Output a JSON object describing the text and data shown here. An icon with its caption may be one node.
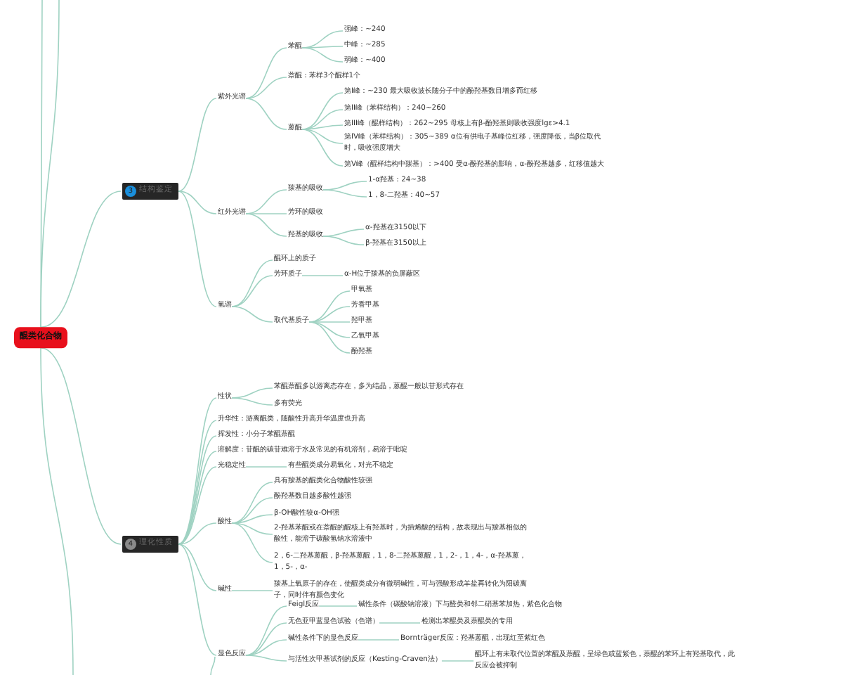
{
  "diagram": {
    "nodes": [
      {
        "text": [
          "醌类化合物"
        ]
      },
      {
        "text": [
          "3",
          "结构鉴定"
        ]
      },
      {
        "text": [
          "紫外光谱"
        ]
      },
      {
        "text": [
          "苯醌"
        ]
      },
      {
        "text": [
          "强峰：~240"
        ]
      },
      {
        "text": [
          "中峰：~285"
        ]
      },
      {
        "text": [
          "弱峰：~400"
        ]
      },
      {
        "text": [
          "萘醌：苯样3个醌样1个"
        ]
      },
      {
        "text": [
          "蒽醌"
        ]
      },
      {
        "text": [
          "第I峰：~230 最大吸收波长随分子中的酚羟基数目增多而红移"
        ]
      },
      {
        "text": [
          "第II峰（苯样结构）：240~260"
        ]
      },
      {
        "text": [
          "第III峰（醌样结构）：262~295 母核上有β-酚羟基则吸收强度lgε>4.1"
        ]
      },
      {
        "text": [
          "第IV峰（苯样结构）：305~389 α位有供电子基峰位红移，强度降低，当β位取代时，吸收强度增大"
        ]
      },
      {
        "text": [
          "第V峰（醌样结构中羰基）：>400 受α-酚羟基的影响，α-酚羟基越多，红移值越大"
        ]
      },
      {
        "text": [
          "红外光谱"
        ]
      },
      {
        "text": [
          "羰基的吸收"
        ]
      },
      {
        "text": [
          "1-α羟基：24~38"
        ]
      },
      {
        "text": [
          "1，8-二羟基：40~57"
        ]
      },
      {
        "text": [
          "芳环的吸收"
        ]
      },
      {
        "text": [
          "羟基的吸收"
        ]
      },
      {
        "text": [
          "α-羟基在3150以下"
        ]
      },
      {
        "text": [
          "β-羟基在3150以上"
        ]
      },
      {
        "text": [
          "氢谱"
        ]
      },
      {
        "text": [
          "醌环上的质子"
        ]
      },
      {
        "text": [
          "芳环质子"
        ]
      },
      {
        "text": [
          "α-H位于羰基的负屏蔽区"
        ]
      },
      {
        "text": [
          "取代基质子"
        ]
      },
      {
        "text": [
          "甲氧基"
        ]
      },
      {
        "text": [
          "芳香甲基"
        ]
      },
      {
        "text": [
          "羟甲基"
        ]
      },
      {
        "text": [
          "乙氧甲基"
        ]
      },
      {
        "text": [
          "酚羟基"
        ]
      },
      {
        "text": [
          "4",
          "理化性质"
        ]
      },
      {
        "text": [
          "性状"
        ]
      },
      {
        "text": [
          "苯醌萘醌多以游离态存在，多为结晶，蒽醌一般以苷形式存在"
        ]
      },
      {
        "text": [
          "多有荧光"
        ]
      },
      {
        "text": [
          "升华性：游离醌类，随酸性升高升华温度也升高"
        ]
      },
      {
        "text": [
          "挥发性：小分子苯醌萘醌"
        ]
      },
      {
        "text": [
          "溶解度：苷醌的碳苷难溶于水及常见的有机溶剂，易溶于吡啶"
        ]
      },
      {
        "text": [
          "光稳定性"
        ]
      },
      {
        "text": [
          "有些醌类成分易氧化，对光不稳定"
        ]
      },
      {
        "text": [
          "酸性"
        ]
      },
      {
        "text": [
          "具有羧基的醌类化合物酸性较强"
        ]
      },
      {
        "text": [
          "酚羟基数目越多酸性越强"
        ]
      },
      {
        "text": [
          "β-OH酸性较α-OH强"
        ]
      },
      {
        "text": [
          "2-羟基苯醌或在萘醌的醌核上有羟基时，为插烯酸的结构，故表现出与羧基相似的酸性，能溶于碳酸氢钠水溶液中"
        ]
      },
      {
        "text": [
          "2，6-二羟基蒽醌，β-羟基蒽醌，1，8-二羟基蒽醌，1，2-，1，4-，α-羟基蒽，1，5-，α-"
        ]
      },
      {
        "text": [
          "碱性"
        ]
      },
      {
        "text": [
          "羰基上氧原子的存在，使醌类成分有微弱碱性，可与强酸形成羊盐再转化为阳碳离子，同时伴有颜色变化"
        ]
      },
      {
        "text": [
          "显色反应"
        ]
      },
      {
        "text": [
          "Feigl反应"
        ]
      },
      {
        "text": [
          "碱性条件（碳酸钠溶液）下与醛类和邻二硝基苯加热，紫色化合物"
        ]
      },
      {
        "text": [
          "无色亚甲蓝显色试验（色谱）"
        ]
      },
      {
        "text": [
          "检测出苯醌类及萘醌类的专用"
        ]
      },
      {
        "text": [
          "碱性条件下的显色反应"
        ]
      },
      {
        "text": [
          "Bornträger反应：羟基蒽醌，出现红至紫红色"
        ]
      },
      {
        "text": [
          "与活性次甲基试剂的反应（Kesting-Craven法）"
        ]
      },
      {
        "text": [
          "醌环上有未取代位置的苯醌及萘醌，呈绿色或蓝紫色，萘醌的苯环上有羟基取代，此反应会被抑制"
        ]
      }
    ],
    "edges": [
      {
        "from": 0,
        "to": 1,
        "arrow": "none"
      },
      {
        "from": 0,
        "to": 32,
        "arrow": "none"
      },
      {
        "from": 1,
        "to": 2,
        "arrow": "none"
      },
      {
        "from": 1,
        "to": 14,
        "arrow": "none"
      },
      {
        "from": 1,
        "to": 22,
        "arrow": "none"
      },
      {
        "from": 2,
        "to": 3,
        "arrow": "none"
      },
      {
        "from": 2,
        "to": 7,
        "arrow": "none"
      },
      {
        "from": 2,
        "to": 8,
        "arrow": "none"
      },
      {
        "from": 3,
        "to": 4,
        "arrow": "none"
      },
      {
        "from": 3,
        "to": 5,
        "arrow": "none"
      },
      {
        "from": 3,
        "to": 6,
        "arrow": "none"
      },
      {
        "from": 8,
        "to": 9,
        "arrow": "none"
      },
      {
        "from": 8,
        "to": 10,
        "arrow": "none"
      },
      {
        "from": 8,
        "to": 11,
        "arrow": "none"
      },
      {
        "from": 8,
        "to": 12,
        "arrow": "none"
      },
      {
        "from": 8,
        "to": 13,
        "arrow": "none"
      },
      {
        "from": 14,
        "to": 15,
        "arrow": "none"
      },
      {
        "from": 14,
        "to": 18,
        "arrow": "none"
      },
      {
        "from": 14,
        "to": 19,
        "arrow": "none"
      },
      {
        "from": 15,
        "to": 16,
        "arrow": "none"
      },
      {
        "from": 15,
        "to": 17,
        "arrow": "none"
      },
      {
        "from": 19,
        "to": 20,
        "arrow": "none"
      },
      {
        "from": 19,
        "to": 21,
        "arrow": "none"
      },
      {
        "from": 22,
        "to": 23,
        "arrow": "none"
      },
      {
        "from": 22,
        "to": 24,
        "arrow": "none"
      },
      {
        "from": 22,
        "to": 26,
        "arrow": "none"
      },
      {
        "from": 24,
        "to": 25,
        "arrow": "none"
      },
      {
        "from": 26,
        "to": 27,
        "arrow": "none"
      },
      {
        "from": 26,
        "to": 28,
        "arrow": "none"
      },
      {
        "from": 26,
        "to": 29,
        "arrow": "none"
      },
      {
        "from": 26,
        "to": 30,
        "arrow": "none"
      },
      {
        "from": 26,
        "to": 31,
        "arrow": "none"
      },
      {
        "from": 32,
        "to": 33,
        "arrow": "none"
      },
      {
        "from": 32,
        "to": 36,
        "arrow": "none"
      },
      {
        "from": 32,
        "to": 37,
        "arrow": "none"
      },
      {
        "from": 32,
        "to": 38,
        "arrow": "none"
      },
      {
        "from": 32,
        "to": 39,
        "arrow": "none"
      },
      {
        "from": 32,
        "to": 41,
        "arrow": "none"
      },
      {
        "from": 32,
        "to": 47,
        "arrow": "none"
      },
      {
        "from": 32,
        "to": 49,
        "arrow": "none"
      },
      {
        "from": 33,
        "to": 34,
        "arrow": "none"
      },
      {
        "from": 33,
        "to": 35,
        "arrow": "none"
      },
      {
        "from": 39,
        "to": 40,
        "arrow": "none"
      },
      {
        "from": 41,
        "to": 42,
        "arrow": "none"
      },
      {
        "from": 41,
        "to": 43,
        "arrow": "none"
      },
      {
        "from": 41,
        "to": 44,
        "arrow": "none"
      },
      {
        "from": 41,
        "to": 45,
        "arrow": "none"
      },
      {
        "from": 41,
        "to": 46,
        "arrow": "none"
      },
      {
        "from": 47,
        "to": 48,
        "arrow": "none"
      },
      {
        "from": 49,
        "to": 50,
        "arrow": "none"
      },
      {
        "from": 49,
        "to": 52,
        "arrow": "none"
      },
      {
        "from": 49,
        "to": 54,
        "arrow": "none"
      },
      {
        "from": 49,
        "to": 56,
        "arrow": "none"
      },
      {
        "from": 50,
        "to": 51,
        "arrow": "none"
      },
      {
        "from": 52,
        "to": 53,
        "arrow": "none"
      },
      {
        "from": 54,
        "to": 55,
        "arrow": "none"
      },
      {
        "from": 56,
        "to": 57,
        "arrow": "none"
      },
      {
        "from": 0,
        "to": null,
        "arrow": "none"
      },
      {
        "from": 0,
        "to": null,
        "arrow": "none"
      },
      {
        "from": 0,
        "to": null,
        "arrow": "none"
      },
      {
        "from": 49,
        "to": null,
        "arrow": "none"
      }
    ]
  }
}
